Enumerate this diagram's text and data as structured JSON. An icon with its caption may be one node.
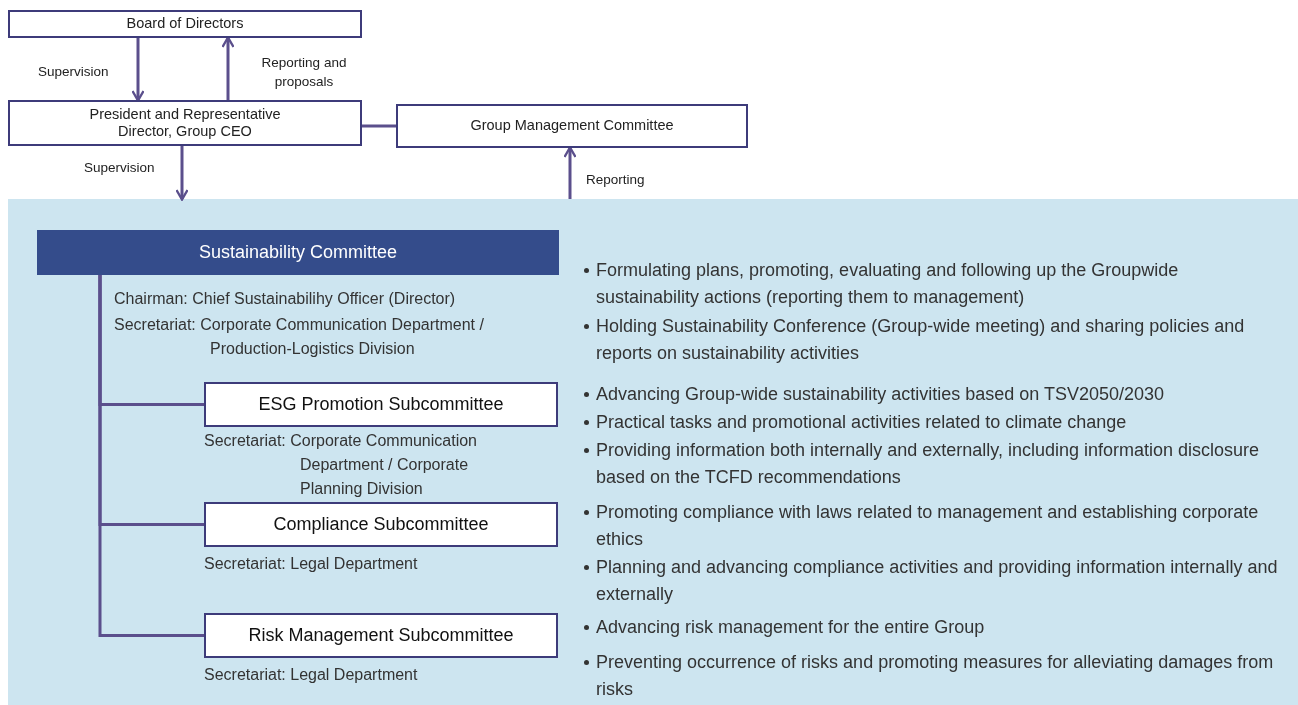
{
  "diagram": {
    "nodes": [
      {
        "text": [
          "Board of Directors"
        ]
      },
      {
        "text": [
          "President and Representative Director, Group CEO"
        ]
      },
      {
        "text": [
          "Group Management Committee"
        ]
      },
      {
        "text": [],
        "shape": "box"
      },
      {
        "text": [
          "Sustainability Committee"
        ],
        "in": 3,
        "beside": [
          "Chairman: Chief Sustainabilihy Officer (Director)",
          "Secretariat: Corporate Communication Department / Production-Logistics Division",
          "Formulating plans, promoting, evaluating and following up the Groupwide sustainability actions (reporting them to management)",
          "Holding Sustainability Conference (Group-wide meeting) and sharing policies and reports on sustainability activities"
        ]
      },
      {
        "text": [
          "ESG Promotion Subcommittee"
        ],
        "in": 3,
        "beside": [
          "Secretariat: Corporate Communication Department / Corporate Planning Division",
          "Advancing Group-wide sustainability activities based on TSV2050/2030",
          "Practical tasks and promotional activities related to climate change",
          "Providing information both internally and externally, including information disclosure based on the TCFD recommendations"
        ]
      },
      {
        "text": [
          "Compliance Subcommittee"
        ],
        "in": 3,
        "beside": [
          "Secretariat: Legal Department",
          "Promoting compliance with laws related to management and establishing corporate ethics",
          "Planning and advancing compliance activities and providing information internally and externally"
        ]
      },
      {
        "text": [
          "Risk Management Subcommittee"
        ],
        "in": 3,
        "beside": [
          "Secretariat: Legal Department",
          "Advancing risk management for the entire Group",
          "Preventing occurrence of risks and promoting measures for alleviating damages from risks"
        ]
      }
    ],
    "edges": [
      {
        "from": 0,
        "to": 1,
        "arrow": "to",
        "label": "Supervision"
      },
      {
        "from": 1,
        "to": 0,
        "arrow": "to",
        "label": "Reporting and proposals"
      },
      {
        "from": 1,
        "to": 2,
        "arrow": "none"
      },
      {
        "from": 1,
        "to": 3,
        "arrow": "to",
        "label": "Supervision"
      },
      {
        "from": 3,
        "to": 2,
        "arrow": "to",
        "label": "Reporting"
      },
      {
        "from": 4,
        "to": 5,
        "arrow": "none"
      },
      {
        "from": 4,
        "to": 6,
        "arrow": "none"
      },
      {
        "from": 4,
        "to": 7,
        "arrow": "none"
      }
    ]
  }
}
